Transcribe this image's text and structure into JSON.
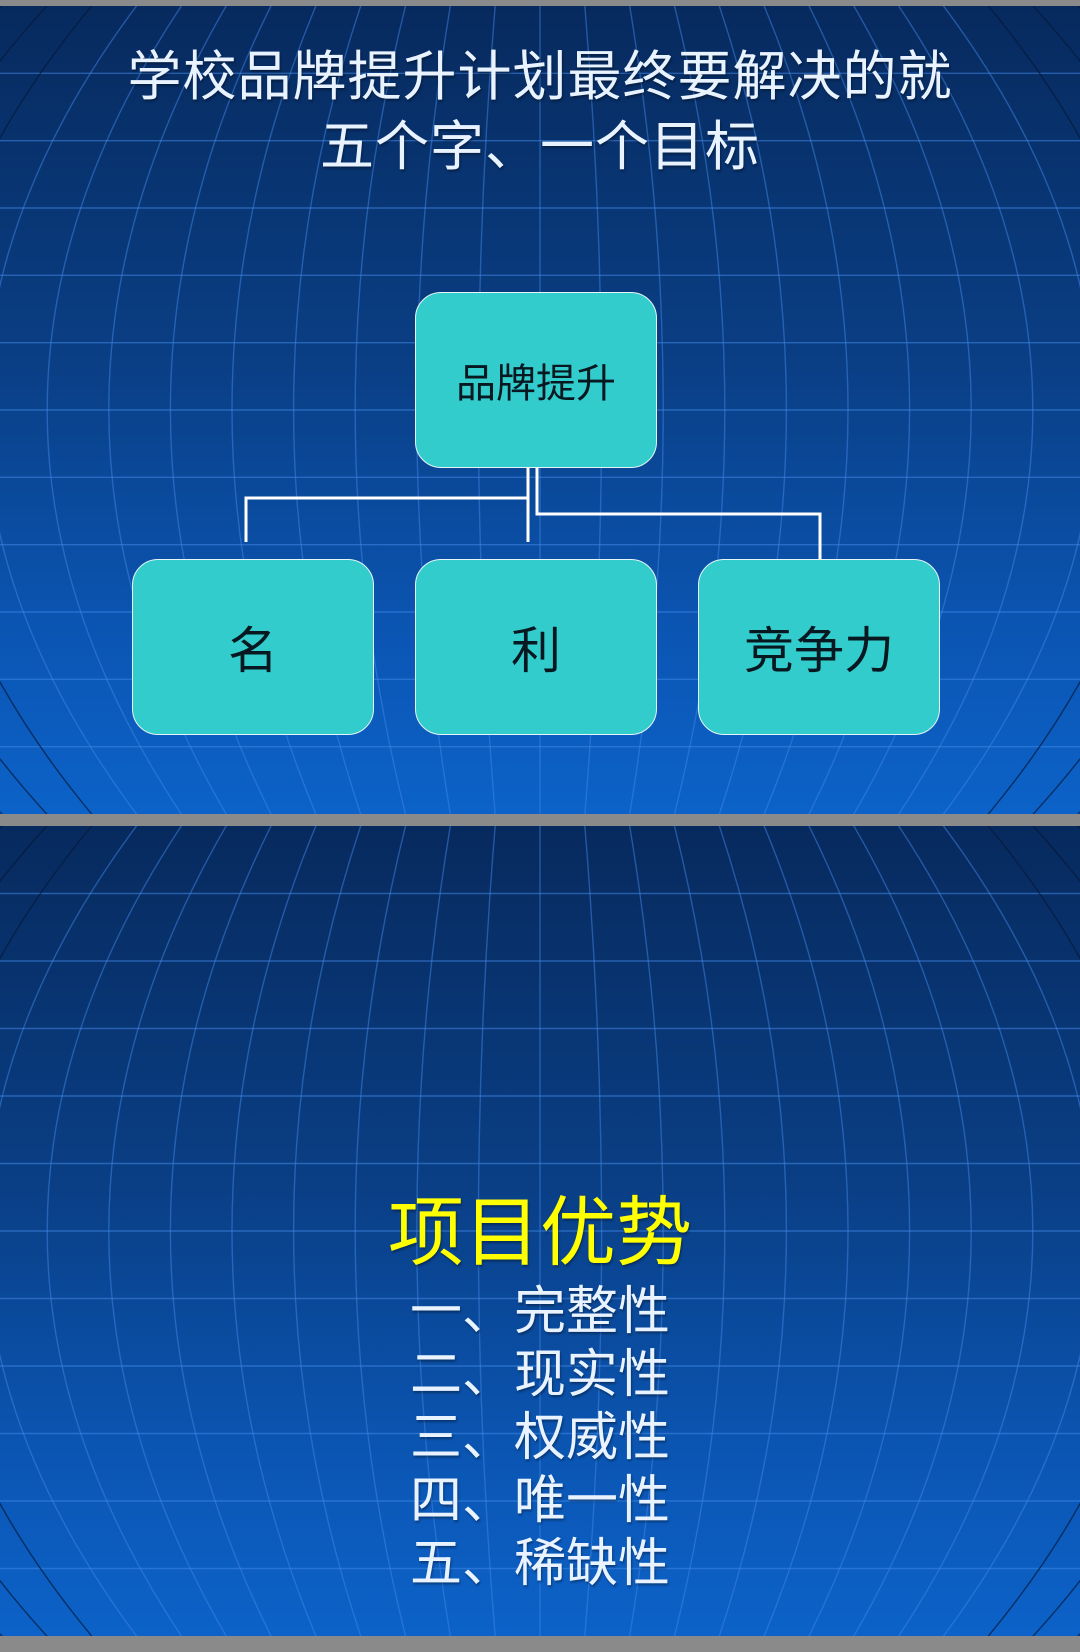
{
  "slide1": {
    "title_lines": [
      "学校品牌提升计划最终要解决的就",
      "五个字、一个目标"
    ],
    "root": "品牌提升",
    "children": [
      "名",
      "利",
      "竞争力"
    ]
  },
  "slide2": {
    "heading": "项目优势",
    "items": [
      "一、完整性",
      "二、现实性",
      "三、权威性",
      "四、唯一性",
      "五、稀缺性"
    ]
  },
  "colors": {
    "background_dark": "#072a5e",
    "background_light": "#0c62c8",
    "node_fill": "#33cccc",
    "heading_yellow": "#ffff00",
    "title_text": "#e8f3ff"
  }
}
